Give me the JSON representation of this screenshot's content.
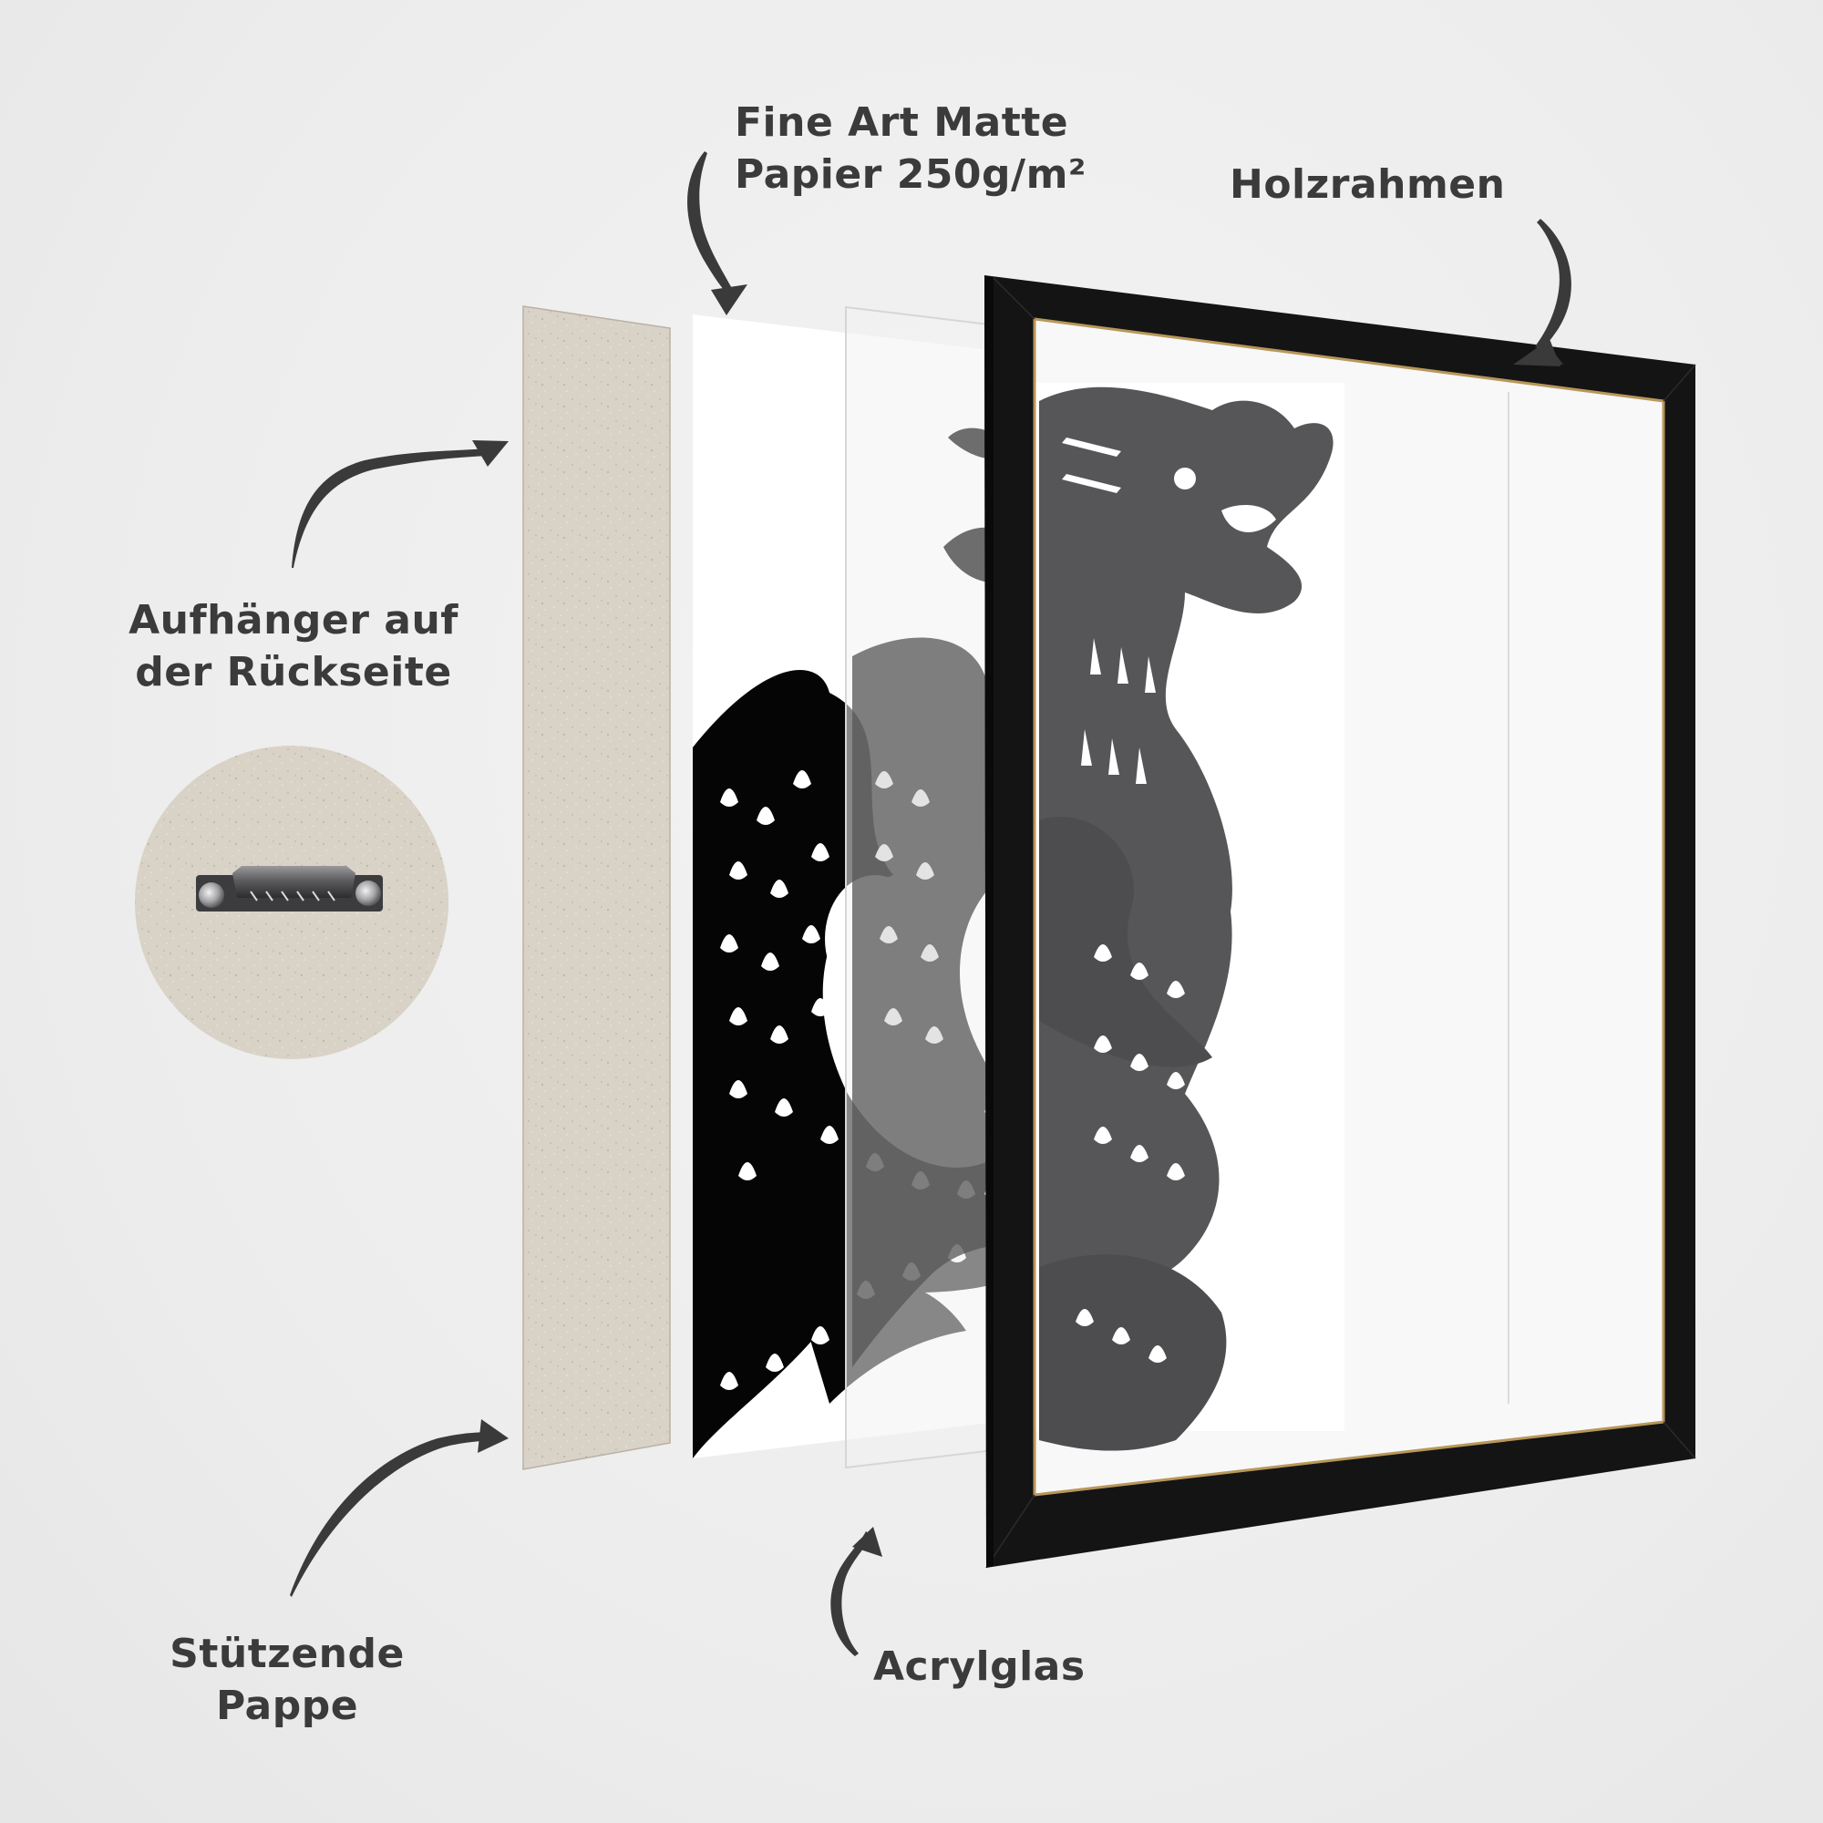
{
  "diagram": {
    "title": "Exploded view of framed art print",
    "subject": "Black-and-white dragon illustration in black wooden frame",
    "colors": {
      "background": "#efefef",
      "label_text": "#3b3b3c",
      "arrow": "#3a3a3b",
      "cardboard": "#d8d1c6",
      "paper": "#ffffff",
      "frame": "#141414",
      "frame_inner_edge": "#b8975a",
      "artwork_ink": "#000000"
    },
    "layers": [
      {
        "id": "backing",
        "name": "Stützende Pappe"
      },
      {
        "id": "paper",
        "name": "Fine Art Matte Papier 250g/m²"
      },
      {
        "id": "acrylic",
        "name": "Acrylglas"
      },
      {
        "id": "frame",
        "name": "Holzrahmen"
      }
    ],
    "labels": {
      "paper": {
        "line1": "Fine Art Matte",
        "line2": "Papier 250g/m²"
      },
      "frame": {
        "line1": "Holzrahmen"
      },
      "hanger": {
        "line1": "Aufhänger auf",
        "line2": "der Rückseite"
      },
      "backing": {
        "line1": "Stützende",
        "line2": "Pappe"
      },
      "acrylic": {
        "line1": "Acrylglas"
      }
    },
    "callout": {
      "name": "Sägezahnaufhänger detail",
      "icon": "sawtooth-hanger-icon"
    }
  }
}
